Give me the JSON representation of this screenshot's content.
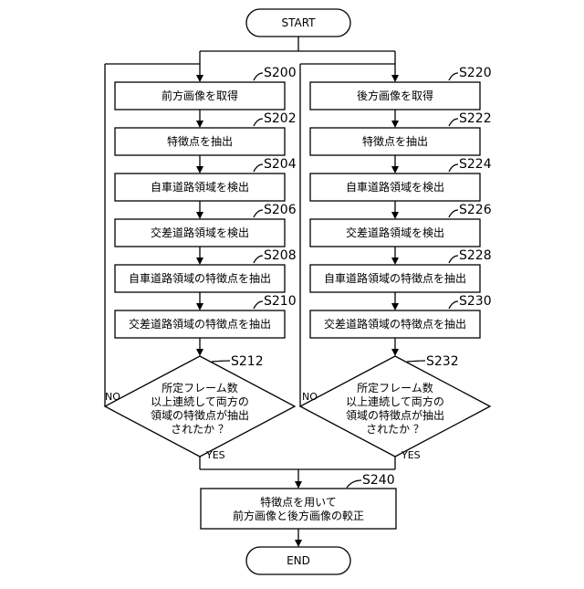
{
  "flowchart": {
    "start": "START",
    "end": "END",
    "left": {
      "steps": [
        {
          "id": "S200",
          "text": "前方画像を取得"
        },
        {
          "id": "S202",
          "text": "特徴点を抽出"
        },
        {
          "id": "S204",
          "text": "自車道路領域を検出"
        },
        {
          "id": "S206",
          "text": "交差道路領域を検出"
        },
        {
          "id": "S208",
          "text": "自車道路領域の特徴点を抽出"
        },
        {
          "id": "S210",
          "text": "交差道路領域の特徴点を抽出"
        }
      ],
      "decision": {
        "id": "S212",
        "lines": [
          "所定フレーム数",
          "以上連続して両方の",
          "領域の特徴点が抽出",
          "されたか ？"
        ],
        "no": "NO",
        "yes": "YES"
      }
    },
    "right": {
      "steps": [
        {
          "id": "S220",
          "text": "後方画像を取得"
        },
        {
          "id": "S222",
          "text": "特徴点を抽出"
        },
        {
          "id": "S224",
          "text": "自車道路領域を検出"
        },
        {
          "id": "S226",
          "text": "交差道路領域を検出"
        },
        {
          "id": "S228",
          "text": "自車道路領域の特徴点を抽出"
        },
        {
          "id": "S230",
          "text": "交差道路領域の特徴点を抽出"
        }
      ],
      "decision": {
        "id": "S232",
        "lines": [
          "所定フレーム数",
          "以上連続して両方の",
          "領域の特徴点が抽出",
          "されたか ？"
        ],
        "no": "NO",
        "yes": "YES"
      }
    },
    "final": {
      "id": "S240",
      "lines": [
        "特徴点を用いて",
        "前方画像と後方画像の較正"
      ]
    }
  }
}
